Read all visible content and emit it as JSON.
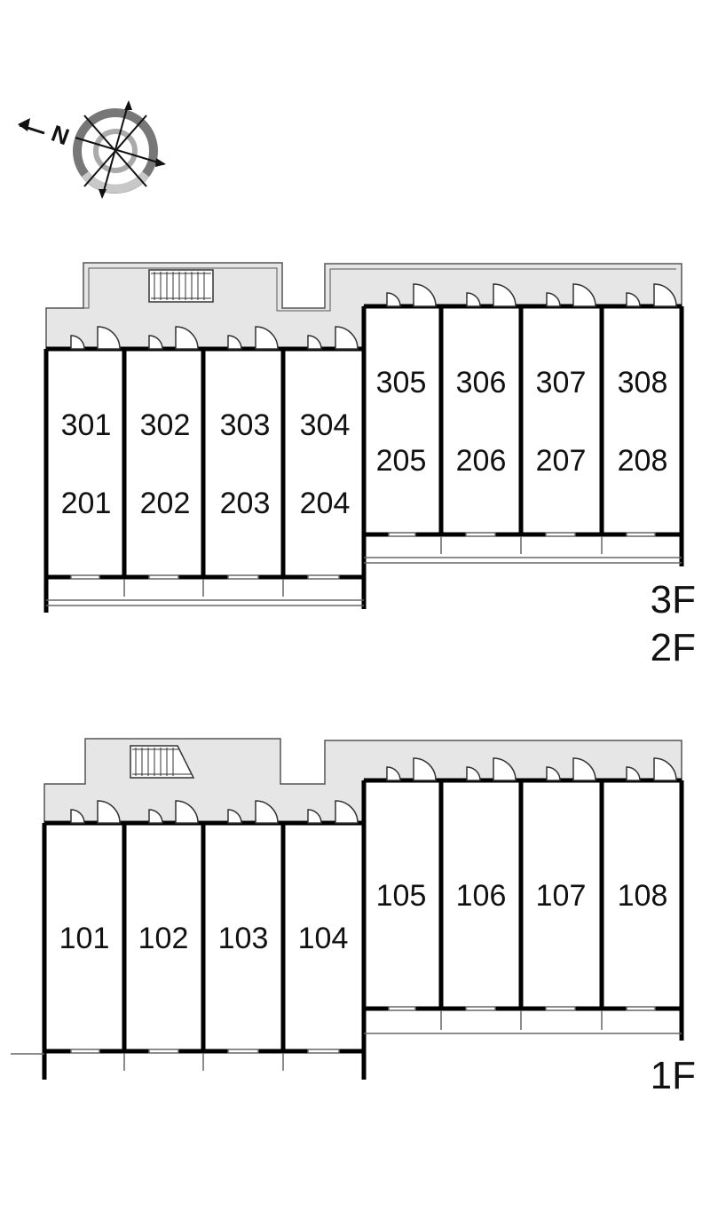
{
  "compass": {
    "north_label": "N",
    "icon": "compass-rose-icon"
  },
  "upper_plan": {
    "floor_labels": [
      "3F",
      "2F"
    ],
    "west_units": [
      {
        "top": "301",
        "bottom": "201"
      },
      {
        "top": "302",
        "bottom": "202"
      },
      {
        "top": "303",
        "bottom": "203"
      },
      {
        "top": "304",
        "bottom": "204"
      }
    ],
    "east_units": [
      {
        "top": "305",
        "bottom": "205"
      },
      {
        "top": "306",
        "bottom": "206"
      },
      {
        "top": "307",
        "bottom": "207"
      },
      {
        "top": "308",
        "bottom": "208"
      }
    ]
  },
  "lower_plan": {
    "floor_labels": [
      "1F"
    ],
    "west_units": [
      "101",
      "102",
      "103",
      "104"
    ],
    "east_units": [
      "105",
      "106",
      "107",
      "108"
    ]
  },
  "colors": {
    "corridor": "#e6e6e6",
    "wall": "#000000",
    "outline": "#555555"
  }
}
